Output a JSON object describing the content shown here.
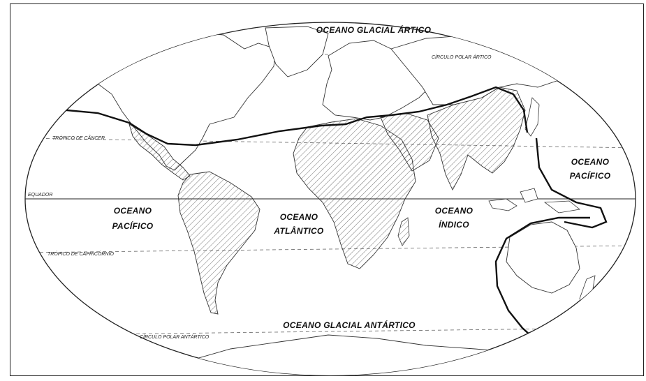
{
  "labels": {
    "glacial_artico": "OCEANO GLACIAL ÁRTICO",
    "glacial_antartico": "OCEANO GLACIAL ANTÁRTICO",
    "pacifico_west_1": "OCEANO",
    "pacifico_west_2": "PACÍFICO",
    "atlantico_1": "OCEANO",
    "atlantico_2": "ATLÂNTICO",
    "indico_1": "OCEANO",
    "indico_2": "ÍNDICO",
    "pacifico_east_1": "OCEANO",
    "pacifico_east_2": "PACÍFICO",
    "circulo_artico": "CÍRCULO POLAR ÁRTICO",
    "tropico_cancer": "TRÓPICO DE CÂNCER",
    "equador": "EQUADOR",
    "tropico_capricornio": "TRÓPICO DE CAPRICÓRNIO",
    "circulo_antartico": "CÍRCULO POLAR ANTÁRTICO"
  }
}
